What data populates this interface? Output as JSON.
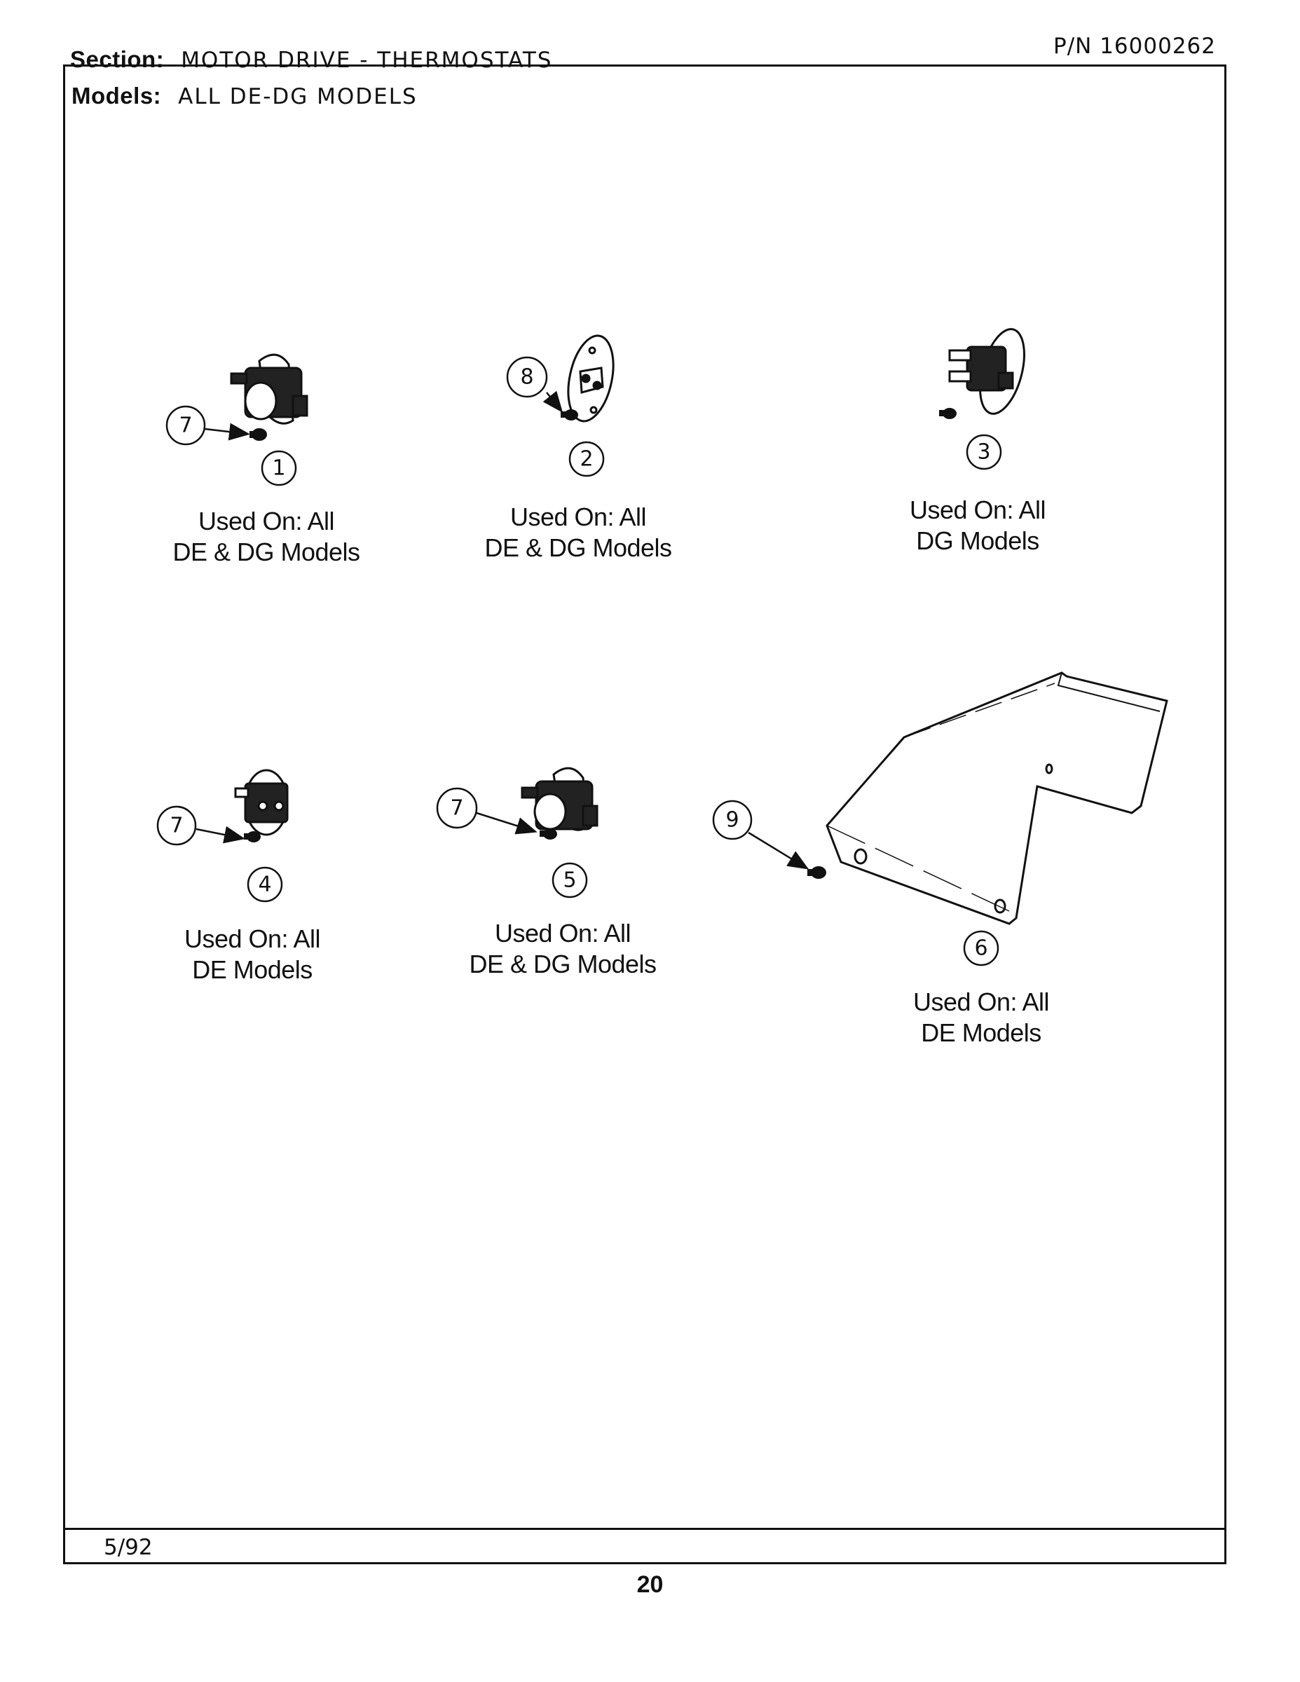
{
  "header": {
    "section_label": "Section:",
    "section_value": "MOTOR DRIVE - THERMOSTATS",
    "models_label": "Models:",
    "models_value": "ALL DE-DG MODELS",
    "part_number": "P/N 16000262"
  },
  "footer": {
    "date": "5/92",
    "page_number": "20"
  },
  "callouts": [
    "1",
    "2",
    "3",
    "4",
    "5",
    "6",
    "7",
    "8",
    "9"
  ],
  "parts": [
    {
      "ref": "1",
      "used_on_line1": "Used On: All",
      "used_on_line2": "DE & DG Models"
    },
    {
      "ref": "2",
      "used_on_line1": "Used On: All",
      "used_on_line2": "DE & DG Models"
    },
    {
      "ref": "3",
      "used_on_line1": "Used On: All",
      "used_on_line2": "DG Models"
    },
    {
      "ref": "4",
      "used_on_line1": "Used On: All",
      "used_on_line2": "DE Models"
    },
    {
      "ref": "5",
      "used_on_line1": "Used On: All",
      "used_on_line2": "DE & DG Models"
    },
    {
      "ref": "6",
      "used_on_line1": "Used On: All",
      "used_on_line2": "DE Models"
    }
  ]
}
